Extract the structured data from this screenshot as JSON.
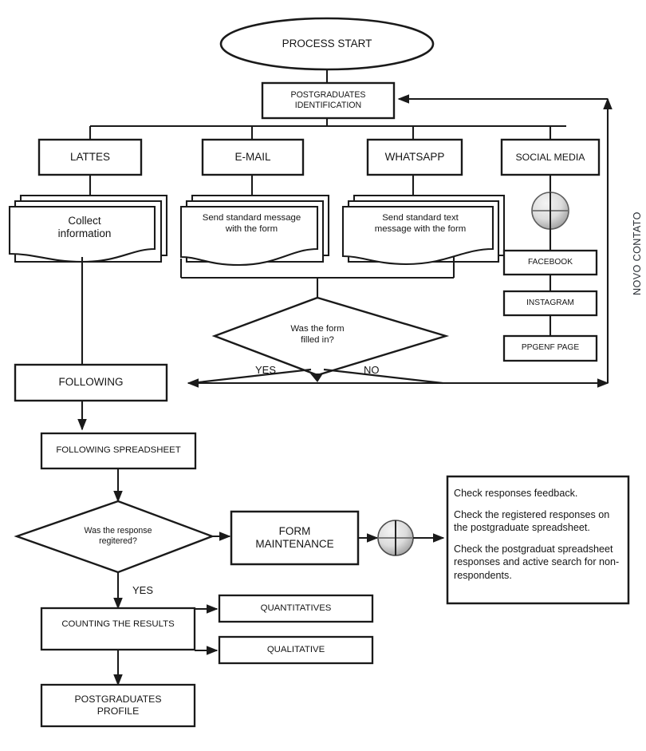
{
  "diagram": {
    "title": "Postgraduates identification and follow-up process flowchart",
    "colors": {
      "stroke": "#1a1a1a",
      "text": "#151515",
      "background": "#ffffff",
      "connector_fill_light": "#efefef",
      "connector_fill_dark": "#9a9a9a",
      "vertical_label_color": "#2a2f36"
    },
    "nodes": {
      "start": {
        "label": "PROCESS START",
        "shape": "ellipse"
      },
      "identification": {
        "label": "POSTGRADUATES\nIDENTIFICATION",
        "shape": "rectangle"
      },
      "lattes": {
        "label": "LATTES",
        "shape": "rectangle"
      },
      "email": {
        "label": "E-MAIL",
        "shape": "rectangle"
      },
      "whatsapp": {
        "label": "WHATSAPP",
        "shape": "rectangle"
      },
      "social_media": {
        "label": "SOCIAL MEDIA",
        "shape": "rectangle"
      },
      "collect_information": {
        "label": "Collect\ninformation",
        "shape": "multi-document"
      },
      "send_standard_message": {
        "label": "Send standard message\nwith the form",
        "shape": "multi-document"
      },
      "send_standard_text": {
        "label": "Send standard text\nmessage with the form",
        "shape": "multi-document"
      },
      "facebook": {
        "label": "FACEBOOK",
        "shape": "rectangle"
      },
      "instagram": {
        "label": "INSTAGRAM",
        "shape": "rectangle"
      },
      "ppgenf_page": {
        "label": "PPGENF PAGE",
        "shape": "rectangle"
      },
      "decision_form_filled": {
        "label": "Was the form\nfilled in?",
        "shape": "diamond"
      },
      "following": {
        "label": "FOLLOWING",
        "shape": "rectangle"
      },
      "following_spreadsheet": {
        "label": "FOLLOWING SPREADSHEET",
        "shape": "rectangle"
      },
      "decision_response_registered": {
        "label": "Was the response\nregitered?",
        "shape": "diamond"
      },
      "form_maintenance": {
        "label": "FORM\nMAINTENANCE",
        "shape": "rectangle"
      },
      "counting_the_results": {
        "label": "COUNTING THE RESULTS",
        "shape": "rectangle"
      },
      "quantitatives": {
        "label": "QUANTITATIVES",
        "shape": "rectangle"
      },
      "qualitative": {
        "label": "QUALITATIVE",
        "shape": "rectangle"
      },
      "postgraduates_profile": {
        "label": "POSTGRADUATES\nPROFILE",
        "shape": "rectangle"
      }
    },
    "edge_labels": {
      "yes_form": "YES",
      "no_form": "NO",
      "yes_response": "YES",
      "return_loop": "NOVO CONTATO"
    },
    "note": {
      "lines": [
        "Check responses feedback.",
        "Check the registered responses on the postgraduate spreadsheet.",
        "Check the postgraduat spreadsheet responses and active search for non-respondents."
      ]
    },
    "connectors": {
      "social_media_junction": "circle-cross-connector",
      "form_maintenance_junction": "circle-cross-connector"
    }
  }
}
